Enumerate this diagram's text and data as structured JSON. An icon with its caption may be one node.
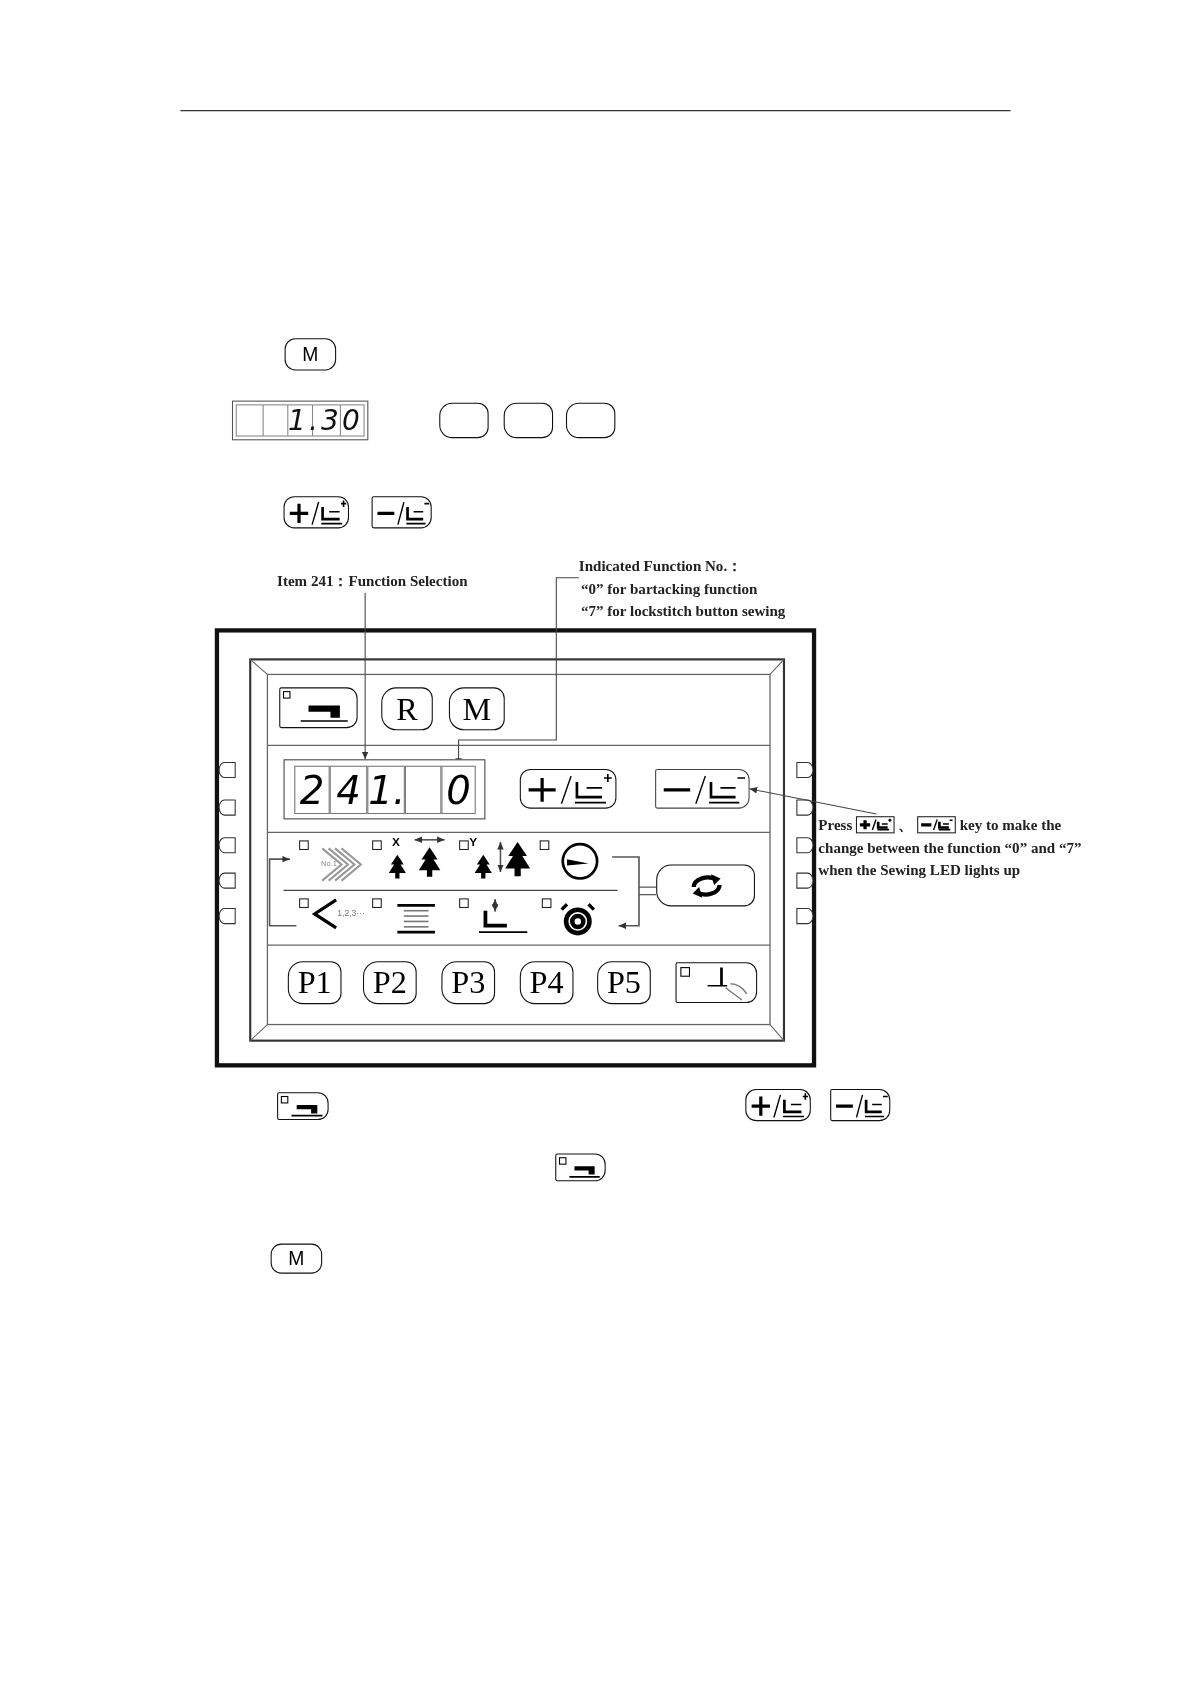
{
  "diagram": {
    "nodes": [
      {
        "text": [
          "Item 241：Function Selection"
        ]
      },
      {
        "text": [
          "Indicated Function No.：",
          "“0” for bartacking function",
          "“7” for lockstitch button sewing"
        ]
      },
      {
        "text": [],
        "shape": "box"
      },
      {
        "text": [
          "2"
        ],
        "in": 2
      },
      {
        "text": [
          "4"
        ],
        "in": 2
      },
      {
        "text": [
          "1."
        ],
        "in": 2
      },
      {
        "text": [
          "0"
        ],
        "in": 2
      },
      {
        "text": [
          "Press",
          "、",
          "key to make the change between the function “0” and “7” when the Sewing LED lights up"
        ]
      },
      {
        "text": [],
        "shape": "box"
      }
    ],
    "edges": [
      {
        "from": 0,
        "to": 2,
        "arrow": "to"
      },
      {
        "from": 1,
        "to": 6,
        "arrow": "to"
      },
      {
        "from": 7,
        "to": 8,
        "arrow": "to"
      }
    ],
    "labels": [
      "M",
      "1.30",
      "R",
      "M",
      "No.1",
      "X",
      "Y",
      "1,2,3···",
      "P1",
      "P2",
      "P3",
      "P4",
      "P5",
      "M"
    ]
  }
}
